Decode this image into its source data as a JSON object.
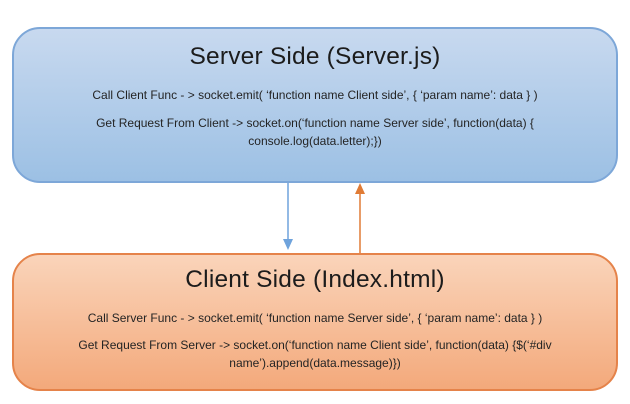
{
  "colors": {
    "page_bg": "#ffffff",
    "text": "#222222",
    "server_fill_top": "#c8d9ef",
    "server_fill_bottom": "#9cc0e4",
    "server_border": "#7da7d8",
    "client_fill_top": "#fad4ba",
    "client_fill_bottom": "#f3a97b",
    "client_border": "#e5834a",
    "arrow_down": "#6fa3dc",
    "arrow_up": "#e07b35"
  },
  "server": {
    "title": "Server Side (Server.js)",
    "lines": [
      "Call Client Func - > socket.emit( ‘function name Client side’, { ‘param name’: data } )",
      "Get Request From Client -> socket.on(‘function name Server side’, function(data) { console.log(data.letter);})"
    ]
  },
  "client": {
    "title": "Client Side (Index.html)",
    "lines": [
      "Call Server Func - > socket.emit( ‘function name Server side’, { ‘param name’: data } )",
      "Get Request From Server -> socket.on(‘function name Client side’, function(data) {$(‘#div name’).append(data.message)})"
    ]
  },
  "arrows": [
    {
      "name": "server-to-client",
      "direction": "down",
      "color": "#6fa3dc"
    },
    {
      "name": "client-to-server",
      "direction": "up",
      "color": "#e07b35"
    }
  ]
}
